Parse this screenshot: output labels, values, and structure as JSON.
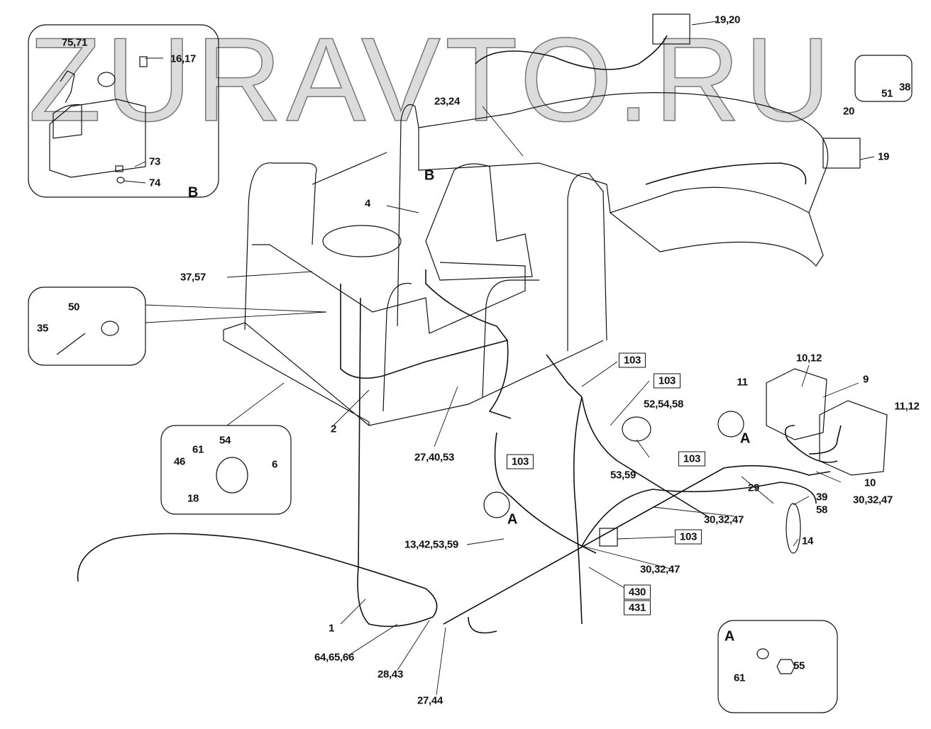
{
  "watermark": "ZURAVTO.RU",
  "inset_b": {
    "labels": [
      "75,71",
      "16,17",
      "73",
      "74"
    ],
    "title": "B"
  },
  "inset_bolt": {
    "labels": [
      "38",
      "51"
    ]
  },
  "inset_screw": {
    "labels": [
      "50",
      "35"
    ]
  },
  "inset_horn": {
    "labels": [
      "54",
      "61",
      "6",
      "46",
      "18"
    ]
  },
  "inset_a": {
    "title": "A",
    "labels": [
      "61",
      "55"
    ]
  },
  "callouts": {
    "c19_20": "19,20",
    "c23_24": "23,24",
    "c20": "20",
    "c19": "19",
    "cB": "B",
    "c4": "4",
    "c37_57": "37,57",
    "c10_12": "10,12",
    "c9": "9",
    "c11": "11",
    "c11_12": "11,12",
    "c52_54_58": "52,54,58",
    "cA1": "A",
    "c2": "2",
    "c27_40_53": "27,40,53",
    "c53_59": "53,59",
    "c29": "29",
    "c39": "39",
    "c58": "58",
    "c10": "10",
    "c30_32_47a": "30,32,47",
    "c30_32_47b": "30,32,47",
    "cA2": "A",
    "c13_42_53_59": "13,42,53,59",
    "c14": "14",
    "c30_32_47c": "30,32,47",
    "c1": "1",
    "c64_65_66": "64,65,66",
    "c28_43": "28,43",
    "c27_44": "27,44"
  },
  "boxed_refs": {
    "b1": "103",
    "b2": "103",
    "b3": "103",
    "b4": "103",
    "b5": "103",
    "b6": "430",
    "b7": "431"
  }
}
